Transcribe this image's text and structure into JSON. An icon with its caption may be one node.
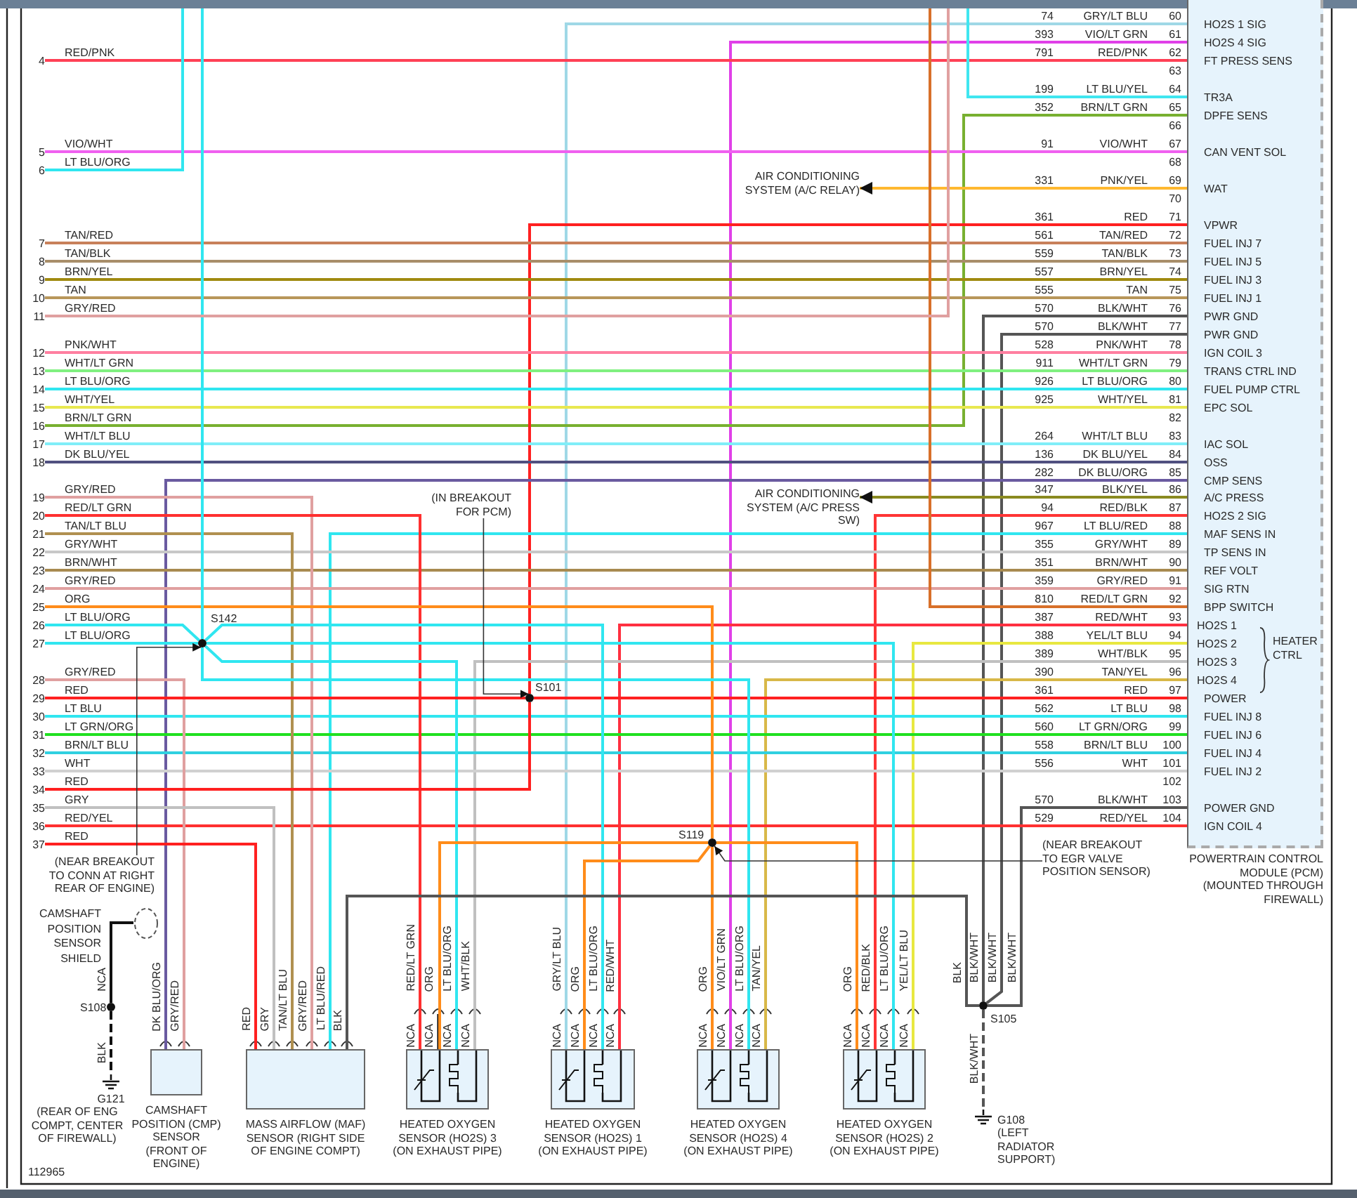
{
  "diagram": {
    "nodes": [
      {
        "text": [
          "HO2S 1 SIG",
          "HO2S 4 SIG",
          "FT PRESS SENS",
          "TR3A",
          "DPFE SENS",
          "CAN VENT SOL",
          "WAT",
          "VPWR",
          "FUEL INJ 7",
          "FUEL INJ 5",
          "FUEL INJ 3",
          "FUEL INJ 1",
          "PWR GND",
          "PWR GND",
          "IGN COIL 3",
          "TRANS CTRL IND",
          "FUEL PUMP CTRL",
          "EPC SOL",
          "IAC SOL",
          "OSS",
          "CMP SENS",
          "A/C PRESS",
          "HO2S 2 SIG",
          "MAF SENS IN",
          "TP SENS IN",
          "REF VOLT",
          "SIG RTN",
          "BPP SWITCH",
          "HO2S 1",
          "HO2S 2",
          "HO2S 3",
          "HO2S 4",
          "HEATER CTRL",
          "POWER",
          "FUEL INJ 8",
          "FUEL INJ 6",
          "FUEL INJ 4",
          "FUEL INJ 2",
          "POWER GND",
          "IGN COIL 4",
          "POWERTRAIN CONTROL MODULE (PCM) (MOUNTED THROUGH FIREWALL)"
        ]
      },
      {
        "text": [
          "AIR CONDITIONING SYSTEM (A/C RELAY)"
        ]
      },
      {
        "text": [
          "AIR CONDITIONING SYSTEM (A/C PRESS SW)"
        ]
      },
      {
        "text": [
          "S142"
        ]
      },
      {
        "text": [
          "S101"
        ]
      },
      {
        "text": [
          "S119"
        ]
      },
      {
        "text": [
          "S105"
        ]
      },
      {
        "text": [
          "S108"
        ]
      },
      {
        "text": [],
        "shape": "circle"
      },
      {
        "text": [
          "G121",
          "(REAR OF ENG COMPT, CENTER OF FIREWALL)"
        ]
      },
      {
        "text": [
          "CAMSHAFT POSITION (CMP) SENSOR (FRONT OF ENGINE)"
        ]
      },
      {
        "text": [
          "MASS AIRFLOW (MAF) SENSOR (RIGHT SIDE OF ENGINE COMPT)"
        ]
      },
      {
        "text": [
          "HEATED OXYGEN SENSOR (HO2S) 3 (ON EXHAUST PIPE)"
        ]
      },
      {
        "text": [
          "HEATED OXYGEN SENSOR (HO2S) 1 (ON EXHAUST PIPE)"
        ]
      },
      {
        "text": [
          "HEATED OXYGEN SENSOR (HO2S) 4 (ON EXHAUST PIPE)"
        ]
      },
      {
        "text": [
          "HEATED OXYGEN SENSOR (HO2S) 2 (ON EXHAUST PIPE)"
        ]
      },
      {
        "text": [
          "G108",
          "(LEFT RADIATOR SUPPORT)"
        ]
      },
      {
        "text": [
          "(IN BREAKOUT FOR PCM)"
        ]
      },
      {
        "text": [
          "(NEAR BREAKOUT TO CONN AT RIGHT REAR OF ENGINE)"
        ]
      },
      {
        "text": [
          "(NEAR BREAKOUT TO EGR VALVE POSITION SENSOR)"
        ]
      },
      {
        "text": [
          "4"
        ]
      },
      {
        "text": [
          "5"
        ]
      },
      {
        "text": [
          "6"
        ]
      },
      {
        "text": [
          "7"
        ]
      },
      {
        "text": [
          "8"
        ]
      },
      {
        "text": [
          "9"
        ]
      },
      {
        "text": [
          "10"
        ]
      },
      {
        "text": [
          "11"
        ]
      },
      {
        "text": [
          "12"
        ]
      },
      {
        "text": [
          "13"
        ]
      },
      {
        "text": [
          "14"
        ]
      },
      {
        "text": [
          "15"
        ]
      },
      {
        "text": [
          "16"
        ]
      },
      {
        "text": [
          "17"
        ]
      },
      {
        "text": [
          "18"
        ]
      },
      {
        "text": [
          "19"
        ]
      },
      {
        "text": [
          "20"
        ]
      },
      {
        "text": [
          "21"
        ]
      },
      {
        "text": [
          "22"
        ]
      },
      {
        "text": [
          "23"
        ]
      },
      {
        "text": [
          "24"
        ]
      },
      {
        "text": [
          "25"
        ]
      },
      {
        "text": [
          "26"
        ]
      },
      {
        "text": [
          "27"
        ]
      },
      {
        "text": [
          "28"
        ]
      },
      {
        "text": [
          "29"
        ]
      },
      {
        "text": [
          "30"
        ]
      },
      {
        "text": [
          "31"
        ]
      },
      {
        "text": [
          "32"
        ]
      },
      {
        "text": [
          "33"
        ]
      },
      {
        "text": [
          "34"
        ]
      },
      {
        "text": [
          "35"
        ]
      },
      {
        "text": [
          "36"
        ]
      },
      {
        "text": [
          "37"
        ]
      }
    ],
    "edges": [
      {
        "from": 0,
        "to": 13,
        "arrow": "none",
        "color": "#9fd8e6"
      },
      {
        "from": 0,
        "to": 14,
        "arrow": "none",
        "color": "#e040e8"
      },
      {
        "from": 0,
        "to": 20,
        "arrow": "none",
        "color": "#ff4055"
      },
      {
        "from": 0,
        "to": null,
        "arrow": "none",
        "color": "#40e6f0"
      },
      {
        "from": 0,
        "to": 32,
        "arrow": "none",
        "color": "#78b030"
      },
      {
        "from": 0,
        "to": 21,
        "arrow": "none",
        "color": "#f060f0"
      },
      {
        "from": 0,
        "to": 1,
        "arrow": "to",
        "color": "#ffb830"
      },
      {
        "from": 0,
        "to": 4,
        "arrow": "none",
        "color": "#ff2020"
      },
      {
        "from": 0,
        "to": 23,
        "arrow": "none",
        "color": "#c8805a"
      },
      {
        "from": 0,
        "to": 24,
        "arrow": "none",
        "color": "#a88e6a"
      },
      {
        "from": 0,
        "to": 25,
        "arrow": "none",
        "color": "#a08a10"
      },
      {
        "from": 0,
        "to": 26,
        "arrow": "none",
        "color": "#b8965a"
      },
      {
        "from": 0,
        "to": 6,
        "arrow": "none",
        "color": "#555555"
      },
      {
        "from": 0,
        "to": 6,
        "arrow": "none",
        "color": "#555555"
      },
      {
        "from": 0,
        "to": 28,
        "arrow": "none",
        "color": "#ff7fa0"
      },
      {
        "from": 0,
        "to": 29,
        "arrow": "none",
        "color": "#80f080"
      },
      {
        "from": 0,
        "to": 30,
        "arrow": "none",
        "color": "#30e6f0"
      },
      {
        "from": 0,
        "to": 31,
        "arrow": "none",
        "color": "#e8e850"
      },
      {
        "from": 0,
        "to": 33,
        "arrow": "none",
        "color": "#80eef8"
      },
      {
        "from": 0,
        "to": 34,
        "arrow": "none",
        "color": "#505080"
      },
      {
        "from": 0,
        "to": 10,
        "arrow": "none",
        "color": "#6a5aa0"
      },
      {
        "from": 0,
        "to": 2,
        "arrow": "to",
        "color": "#8a8a20"
      },
      {
        "from": 0,
        "to": 15,
        "arrow": "none",
        "color": "#ff3535"
      },
      {
        "from": 0,
        "to": 11,
        "arrow": "none",
        "color": "#30e6f0"
      },
      {
        "from": 0,
        "to": 38,
        "arrow": "none",
        "color": "#c8c8c8"
      },
      {
        "from": 0,
        "to": 39,
        "arrow": "none",
        "color": "#a88a50"
      },
      {
        "from": 0,
        "to": 40,
        "arrow": "none",
        "color": "#e0a0a0"
      },
      {
        "from": 0,
        "to": null,
        "arrow": "none",
        "color": "#d8702a"
      },
      {
        "from": 0,
        "to": 13,
        "arrow": "none",
        "color": "#ff3040"
      },
      {
        "from": 0,
        "to": 15,
        "arrow": "none",
        "color": "#e8e840"
      },
      {
        "from": 0,
        "to": 12,
        "arrow": "none",
        "color": "#c0c0c0"
      },
      {
        "from": 0,
        "to": 14,
        "arrow": "none",
        "color": "#d8b848"
      },
      {
        "from": 4,
        "to": 0,
        "arrow": "none",
        "color": "#ff2020"
      },
      {
        "from": 0,
        "to": 46,
        "arrow": "none",
        "color": "#30e6f0"
      },
      {
        "from": 0,
        "to": 47,
        "arrow": "none",
        "color": "#20e020"
      },
      {
        "from": 0,
        "to": 48,
        "arrow": "none",
        "color": "#30d0e0"
      },
      {
        "from": 0,
        "to": 49,
        "arrow": "none",
        "color": "#d0d0d0"
      },
      {
        "from": 0,
        "to": 6,
        "arrow": "none",
        "color": "#555555"
      },
      {
        "from": 0,
        "to": 52,
        "arrow": "none",
        "color": "#ff3030"
      },
      {
        "from": 44,
        "to": 10,
        "arrow": "none",
        "color": "#e0a0a0"
      },
      {
        "from": 35,
        "to": 11,
        "arrow": "none",
        "color": "#e0a0a0"
      },
      {
        "from": 37,
        "to": 11,
        "arrow": "none",
        "color": "#b09050"
      },
      {
        "from": 51,
        "to": 11,
        "arrow": "none",
        "color": "#c0c0c0"
      },
      {
        "from": 53,
        "to": 11,
        "arrow": "none",
        "color": "#ff2020"
      },
      {
        "from": 36,
        "to": 12,
        "arrow": "none",
        "color": "#ff3030"
      },
      {
        "from": 41,
        "to": 5,
        "arrow": "none",
        "color": "#ff8c1a"
      },
      {
        "from": 42,
        "to": 3,
        "arrow": "none",
        "color": "#30e6f0"
      },
      {
        "from": 43,
        "to": 3,
        "arrow": "none",
        "color": "#30e6f0"
      },
      {
        "from": 3,
        "to": null,
        "arrow": "none",
        "color": "#30e6f0"
      },
      {
        "from": 3,
        "to": 12,
        "arrow": "none",
        "color": "#30e6f0"
      },
      {
        "from": 3,
        "to": 13,
        "arrow": "none",
        "color": "#30e6f0"
      },
      {
        "from": 3,
        "to": 14,
        "arrow": "none",
        "color": "#30e6f0"
      },
      {
        "from": 3,
        "to": 15,
        "arrow": "none",
        "color": "#30e6f0"
      },
      {
        "from": 5,
        "to": 12,
        "arrow": "none",
        "color": "#ff8c1a"
      },
      {
        "from": 5,
        "to": 13,
        "arrow": "none",
        "color": "#ff8c1a"
      },
      {
        "from": 5,
        "to": 14,
        "arrow": "none",
        "color": "#ff8c1a"
      },
      {
        "from": 5,
        "to": 15,
        "arrow": "none",
        "color": "#ff8c1a"
      },
      {
        "from": 45,
        "to": 4,
        "arrow": "none",
        "color": "#ff2020"
      },
      {
        "from": 4,
        "to": 50,
        "arrow": "none",
        "color": "#ff2020"
      },
      {
        "from": 11,
        "to": 6,
        "arrow": "none",
        "color": "#555555"
      },
      {
        "from": 6,
        "to": 16,
        "arrow": "none",
        "style": "dashed",
        "color": "#555555"
      },
      {
        "from": 7,
        "to": 8,
        "arrow": "none",
        "color": "#111111"
      },
      {
        "from": 7,
        "to": 9,
        "arrow": "none",
        "style": "dashed",
        "color": "#111111"
      },
      {
        "from": 18,
        "to": 3,
        "arrow": "to",
        "color": "#333333"
      },
      {
        "from": 17,
        "to": 4,
        "arrow": "to",
        "color": "#333333"
      },
      {
        "from": 19,
        "to": 5,
        "arrow": "to",
        "color": "#333333"
      },
      {
        "from": 22,
        "to": null,
        "arrow": "none",
        "color": "#30e6f0"
      },
      {
        "from": 27,
        "to": null,
        "arrow": "none",
        "color": "#e0a0a0"
      }
    ],
    "labels": [
      "RED/PNK",
      "VIO/WHT",
      "LT BLU/ORG",
      "TAN/RED",
      "TAN/BLK",
      "BRN/YEL",
      "TAN",
      "GRY/RED",
      "PNK/WHT",
      "WHT/LT GRN",
      "LT BLU/ORG",
      "WHT/YEL",
      "BRN/LT GRN",
      "WHT/LT BLU",
      "DK BLU/YEL",
      "GRY/RED",
      "RED/LT GRN",
      "TAN/LT BLU",
      "GRY/WHT",
      "BRN/WHT",
      "GRY/RED",
      "ORG",
      "LT BLU/ORG",
      "LT BLU/ORG",
      "GRY/RED",
      "RED",
      "LT BLU",
      "LT GRN/ORG",
      "BRN/LT BLU",
      "WHT",
      "RED",
      "GRY",
      "RED/YEL",
      "RED",
      "74",
      "GRY/LT BLU",
      "60",
      "393",
      "VIO/LT GRN",
      "61",
      "791",
      "RED/PNK",
      "62",
      "63",
      "199",
      "LT BLU/YEL",
      "64",
      "352",
      "BRN/LT GRN",
      "65",
      "66",
      "91",
      "VIO/WHT",
      "67",
      "68",
      "331",
      "PNK/YEL",
      "69",
      "70",
      "361",
      "RED",
      "71",
      "561",
      "TAN/RED",
      "72",
      "559",
      "TAN/BLK",
      "73",
      "557",
      "BRN/YEL",
      "74",
      "555",
      "TAN",
      "75",
      "570",
      "BLK/WHT",
      "76",
      "570",
      "BLK/WHT",
      "77",
      "528",
      "PNK/WHT",
      "78",
      "911",
      "WHT/LT GRN",
      "79",
      "926",
      "LT BLU/ORG",
      "80",
      "925",
      "WHT/YEL",
      "81",
      "82",
      "264",
      "WHT/LT BLU",
      "83",
      "136",
      "DK BLU/YEL",
      "84",
      "282",
      "DK BLU/ORG",
      "85",
      "347",
      "BLK/YEL",
      "86",
      "94",
      "RED/BLK",
      "87",
      "967",
      "LT BLU/RED",
      "88",
      "355",
      "GRY/WHT",
      "89",
      "351",
      "BRN/WHT",
      "90",
      "359",
      "GRY/RED",
      "91",
      "810",
      "RED/LT GRN",
      "92",
      "387",
      "RED/WHT",
      "93",
      "388",
      "YEL/LT BLU",
      "94",
      "389",
      "WHT/BLK",
      "95",
      "390",
      "TAN/YEL",
      "96",
      "361",
      "RED",
      "97",
      "562",
      "LT BLU",
      "98",
      "560",
      "LT GRN/ORG",
      "99",
      "558",
      "BRN/LT BLU",
      "100",
      "556",
      "WHT",
      "101",
      "102",
      "570",
      "BLK/WHT",
      "103",
      "529",
      "RED/YEL",
      "104",
      "DK BLU/ORG",
      "GRY/RED",
      "RED",
      "GRY",
      "TAN/LT BLU",
      "GRY/RED",
      "LT BLU/RED",
      "BLK",
      "RED/LT GRN",
      "ORG",
      "LT BLU/ORG",
      "WHT/BLK",
      "GRY/LT BLU",
      "ORG",
      "LT BLU/ORG",
      "RED/WHT",
      "ORG",
      "VIO/LT GRN",
      "LT BLU/ORG",
      "TAN/YEL",
      "ORG",
      "RED/BLK",
      "LT BLU/ORG",
      "YEL/LT BLU",
      "NCA",
      "NCA",
      "NCA",
      "NCA",
      "NCA",
      "NCA",
      "NCA",
      "NCA",
      "NCA",
      "NCA",
      "NCA",
      "NCA",
      "NCA",
      "NCA",
      "NCA",
      "NCA",
      "NCA",
      "BLK",
      "BLK",
      "BLK/WHT",
      "BLK/WHT",
      "BLK/WHT",
      "BLK/WHT",
      "112965",
      "CAMSHAFT POSITION SENSOR SHIELD"
    ]
  }
}
